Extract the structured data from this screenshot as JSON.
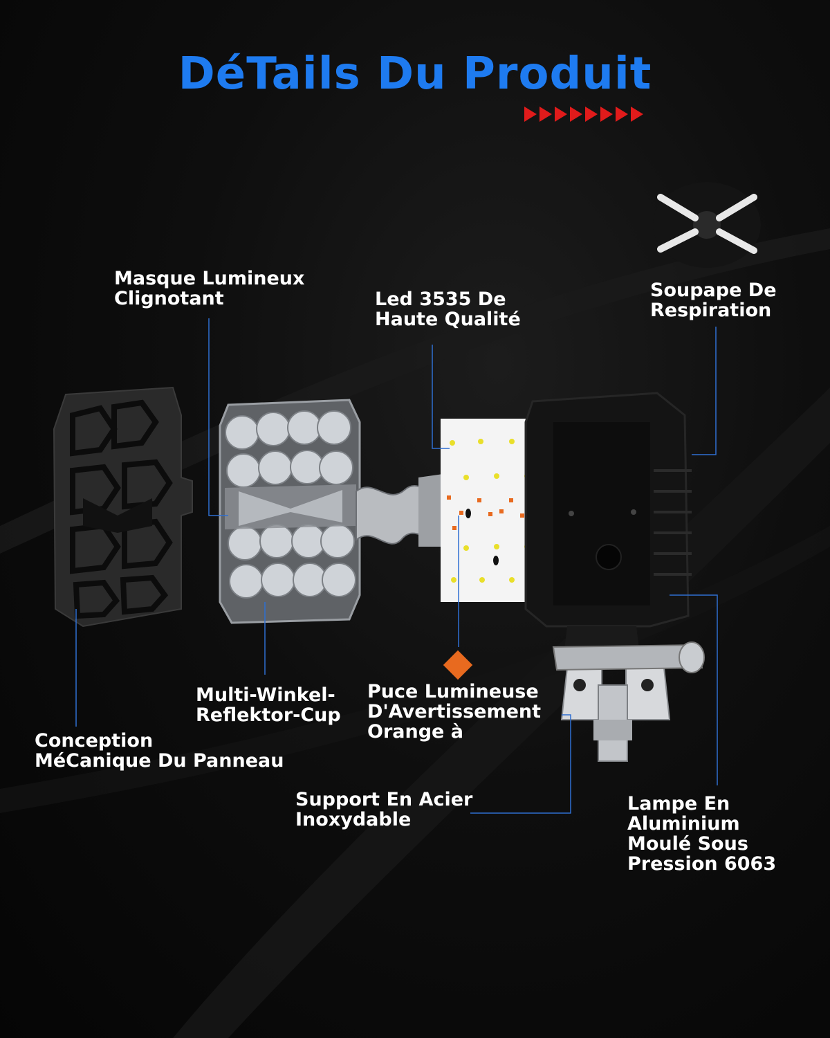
{
  "title": "DéTails Du Produit",
  "colors": {
    "title": "#1e7bf0",
    "arrows": "#e11b1b",
    "leader": "#2f6fd1",
    "chip_orange": "#e86a1f"
  },
  "labels": {
    "masque": {
      "line1": "Masque Lumineux",
      "line2": "Clignotant"
    },
    "led": {
      "line1": "Led 3535 De",
      "line2": "Haute Qualité"
    },
    "soupape": {
      "line1": "Soupape De",
      "line2": "Respiration"
    },
    "multi": {
      "line1": "Multi-Winkel-",
      "line2": "Reflektor-Cup"
    },
    "puce": {
      "line1": "Puce Lumineuse",
      "line2": "D'Avertissement",
      "line3": "Orange à"
    },
    "conception": {
      "line1": "Conception",
      "line2": "MéCanique Du Panneau"
    },
    "support": {
      "line1": "Support En Acier",
      "line2": "Inoxydable"
    },
    "lampe": {
      "line1": "Lampe En",
      "line2": "Aluminium",
      "line3": "Moulé Sous",
      "line4": "Pression 6063"
    }
  }
}
